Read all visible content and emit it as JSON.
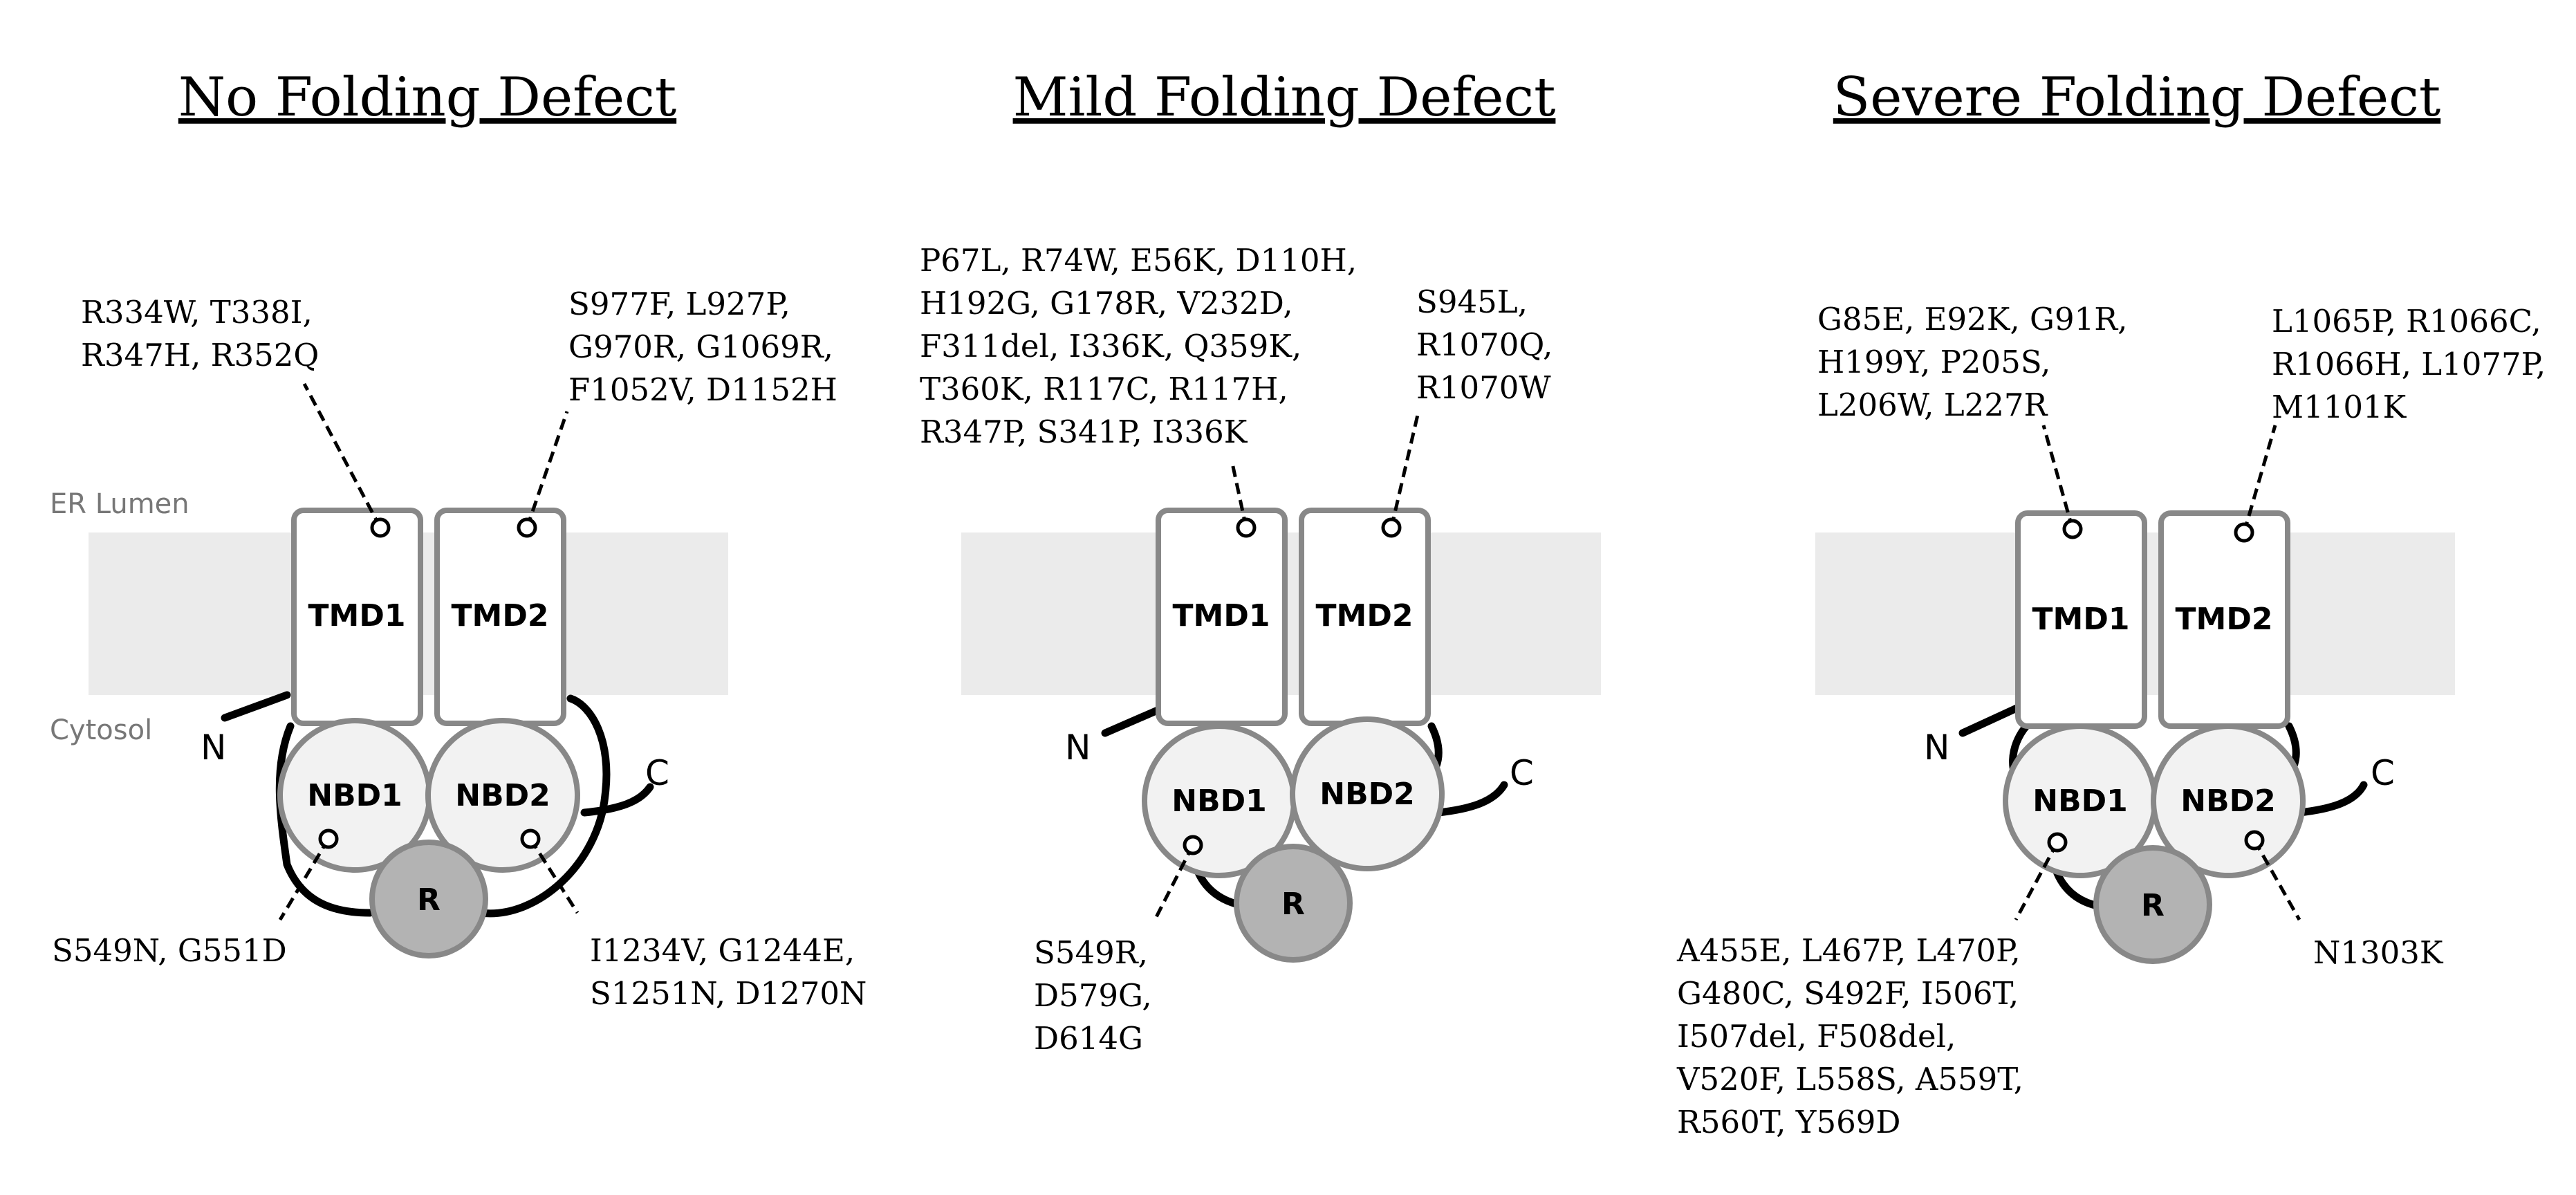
{
  "regions": {
    "er_lumen": "ER Lumen",
    "cytosol": "Cytosol"
  },
  "domains": {
    "tmd1": "TMD1",
    "tmd2": "TMD2",
    "nbd1": "NBD1",
    "nbd2": "NBD2",
    "r": "R"
  },
  "termini": {
    "n": "N",
    "c": "C"
  },
  "panels": [
    {
      "title": "No Folding Defect",
      "tmd1_mutations": [
        "R334W, T338I,",
        "R347H, R352Q"
      ],
      "tmd2_mutations": [
        "S977F, L927P,",
        "G970R, G1069R,",
        "F1052V, D1152H"
      ],
      "nbd1_mutations": [
        "S549N, G551D"
      ],
      "nbd2_mutations": [
        "I1234V, G1244E,",
        "S1251N, D1270N"
      ]
    },
    {
      "title": "Mild Folding Defect",
      "tmd1_mutations": [
        "P67L, R74W, E56K, D110H,",
        "H192G, G178R, V232D,",
        "F311del, I336K, Q359K,",
        "T360K, R117C, R117H,",
        "R347P, S341P, I336K"
      ],
      "tmd2_mutations": [
        "S945L,",
        "R1070Q,",
        "R1070W"
      ],
      "nbd1_mutations": [
        "S549R,",
        "D579G,",
        "D614G"
      ],
      "nbd2_mutations": []
    },
    {
      "title": "Severe Folding Defect",
      "tmd1_mutations": [
        "G85E, E92K, G91R,",
        "H199Y, P205S,",
        "L206W, L227R"
      ],
      "tmd2_mutations": [
        "L1065P, R1066C,",
        "R1066H, L1077P,",
        "M1101K"
      ],
      "nbd1_mutations": [
        "A455E, L467P, L470P,",
        "G480C, S492F, I506T,",
        "I507del, F508del,",
        "V520F, L558S, A559T,",
        "R560T, Y569D"
      ],
      "nbd2_mutations": [
        "N1303K"
      ]
    }
  ]
}
